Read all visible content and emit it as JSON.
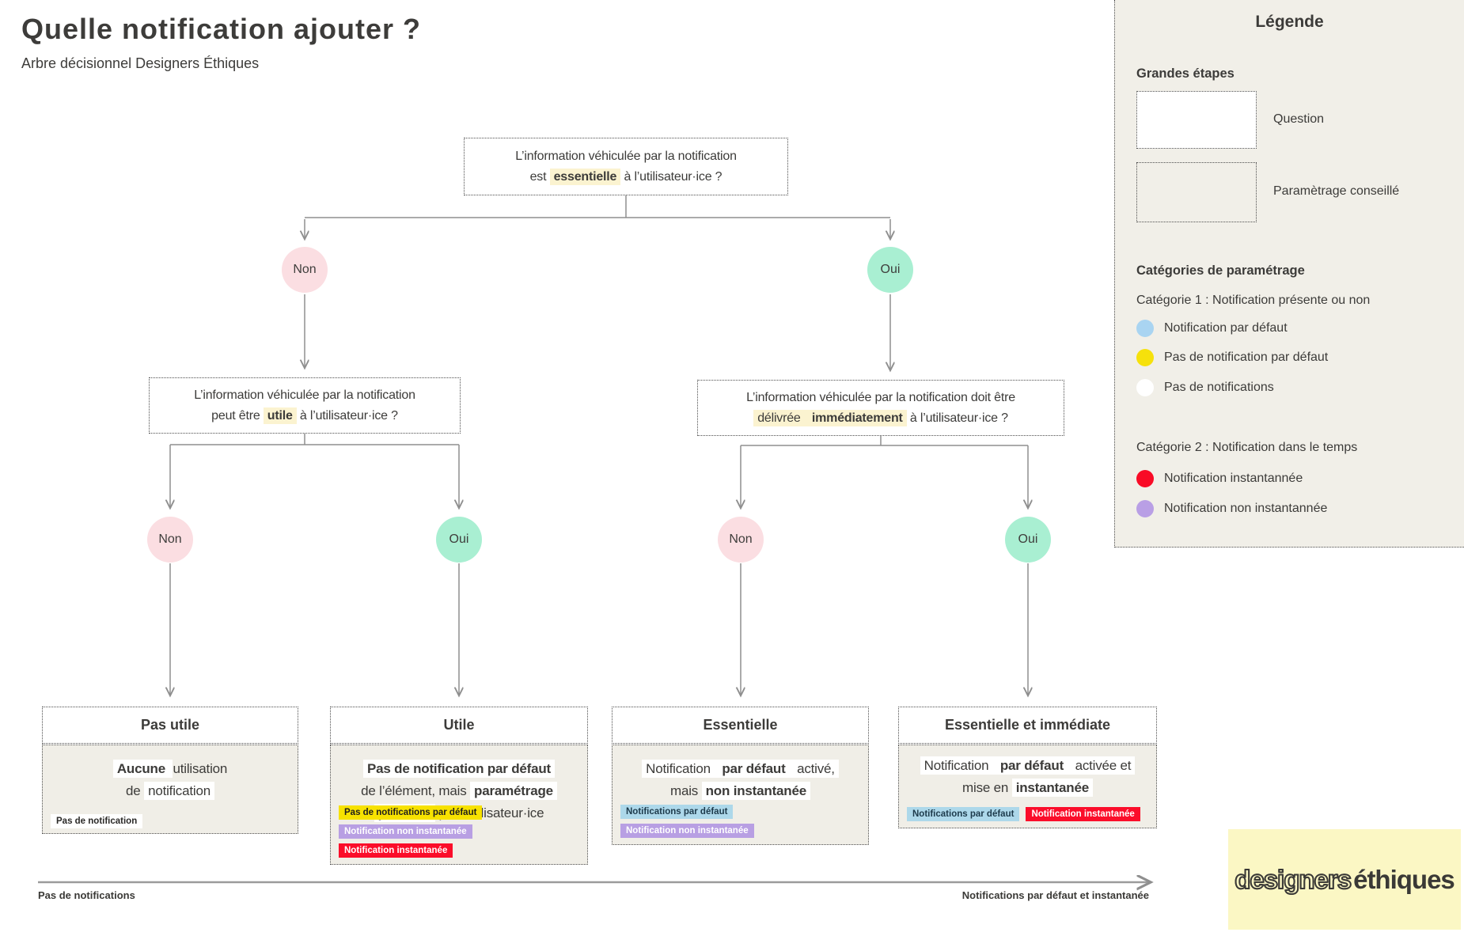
{
  "theme": {
    "highlights": {
      "yellow": "#fbf3d0",
      "white": "#ffffff"
    },
    "colors": {
      "beige_panel": "#f1efe8",
      "line_gray": "#8f8f8f",
      "no_circle": "#fbdee2",
      "yes_circle": "#a9efd2",
      "logo_bg": "#fbf7c4"
    }
  },
  "header": {
    "title": "Quelle notification ajouter ?",
    "subtitle": "Arbre décisionnel Designers Éthiques"
  },
  "tree": {
    "root_question": [
      {
        "t": "L’information véhiculée par la notification\nest "
      },
      {
        "t": "essentielle",
        "b": true,
        "h": "yellow"
      },
      {
        "t": " à l’utilisateur·ice ?"
      }
    ],
    "branch1": {
      "no": "Non",
      "yes": "Oui"
    },
    "left_question": [
      {
        "t": "L’information véhiculée par la notification\npeut être "
      },
      {
        "t": "utile",
        "b": true,
        "h": "yellow"
      },
      {
        "t": " à l’utilisateur·ice ?"
      }
    ],
    "right_question": [
      {
        "t": "L’information véhiculée par la notification doit être\n"
      },
      {
        "t": "délivrée ",
        "h": "yellow"
      },
      {
        "t": "immédiatement",
        "b": true,
        "h": "yellow"
      },
      {
        "t": " à l’utilisateur·ice ?"
      }
    ],
    "branch2_left": {
      "no": "Non",
      "yes": "Oui"
    },
    "branch2_right": {
      "no": "Non",
      "yes": "Oui"
    }
  },
  "outcomes": [
    {
      "title": "Pas utile",
      "body": [
        {
          "t": "Aucune ",
          "b": true,
          "h": "white"
        },
        {
          "t": "utilisation\nde "
        },
        {
          "t": "notification ",
          "h": "white"
        }
      ],
      "badges": [
        {
          "label": "Pas de notification",
          "bg": "#ffffff",
          "fg": "#2b2a28"
        }
      ]
    },
    {
      "title": "Utile",
      "body": [
        {
          "t": "Pas de notification par défaut",
          "b": true,
          "h": "white"
        },
        {
          "t": "\nde l’élément, mais "
        },
        {
          "t": "paramétrage\npossible",
          "b": true,
          "h": "white"
        },
        {
          "t": " par l’utilisateur·ice"
        }
      ],
      "badges": [
        {
          "label": "Pas de notifications par défaut",
          "bg": "#f7e200",
          "fg": "#1f1e1c"
        },
        {
          "label": "Notification non instantanée",
          "bg": "#b89fe3",
          "fg": "#ffffff"
        },
        {
          "label": "Notification instantanée",
          "bg": "#fb0d2a",
          "fg": "#ffffff"
        }
      ]
    },
    {
      "title": "Essentielle",
      "body": [
        {
          "t": "Notification ",
          "h": "white"
        },
        {
          "t": "par défaut",
          "b": true,
          "h": "white"
        },
        {
          "t": " activé,",
          "h": "white"
        },
        {
          "t": "\nmais "
        },
        {
          "t": "non instantanée",
          "b": true,
          "h": "white"
        }
      ],
      "badges": [
        {
          "label": "Notifications par défaut",
          "bg": "#add8ea",
          "fg": "#1d3a4b"
        },
        {
          "label": "Notification non instantanée",
          "bg": "#b89fe3",
          "fg": "#ffffff"
        }
      ]
    },
    {
      "title": "Essentielle et immédiate",
      "body": [
        {
          "t": "Notification ",
          "h": "white"
        },
        {
          "t": "par défaut",
          "b": true,
          "h": "white"
        },
        {
          "t": " activée et",
          "h": "white"
        },
        {
          "t": "\nmise en "
        },
        {
          "t": "instantanée",
          "b": true,
          "h": "white"
        }
      ],
      "badges": [
        {
          "label": "Notifications par défaut",
          "bg": "#add8ea",
          "fg": "#1d3a4b"
        },
        {
          "label": "Notification instantanée",
          "bg": "#fb0d2a",
          "fg": "#ffffff"
        }
      ]
    }
  ],
  "legend": {
    "title": "Légende",
    "steps_heading": "Grandes étapes",
    "question_label": "Question",
    "advice_label": "Paramètrage conseillé",
    "categories_heading": "Catégories de paramétrage",
    "category1": {
      "label": "Catégorie 1 : Notification présente ou non",
      "items": [
        {
          "label": "Notification par défaut",
          "color": "#a9d4f1"
        },
        {
          "label": "Pas de notification par défaut",
          "color": "#f6e10b"
        },
        {
          "label": "Pas de notifications",
          "color": "#ffffff"
        }
      ]
    },
    "category2": {
      "label": "Catégorie 2 : Notification dans le temps",
      "items": [
        {
          "label": "Notification instantannée",
          "color": "#f90b26"
        },
        {
          "label": "Notification non instantannée",
          "color": "#b99fe5"
        }
      ]
    }
  },
  "axis": {
    "left_label": "Pas de notifications",
    "right_label": "Notifications par défaut et instantanée"
  },
  "logo": {
    "word1": "designers",
    "word2": "éthiques"
  }
}
